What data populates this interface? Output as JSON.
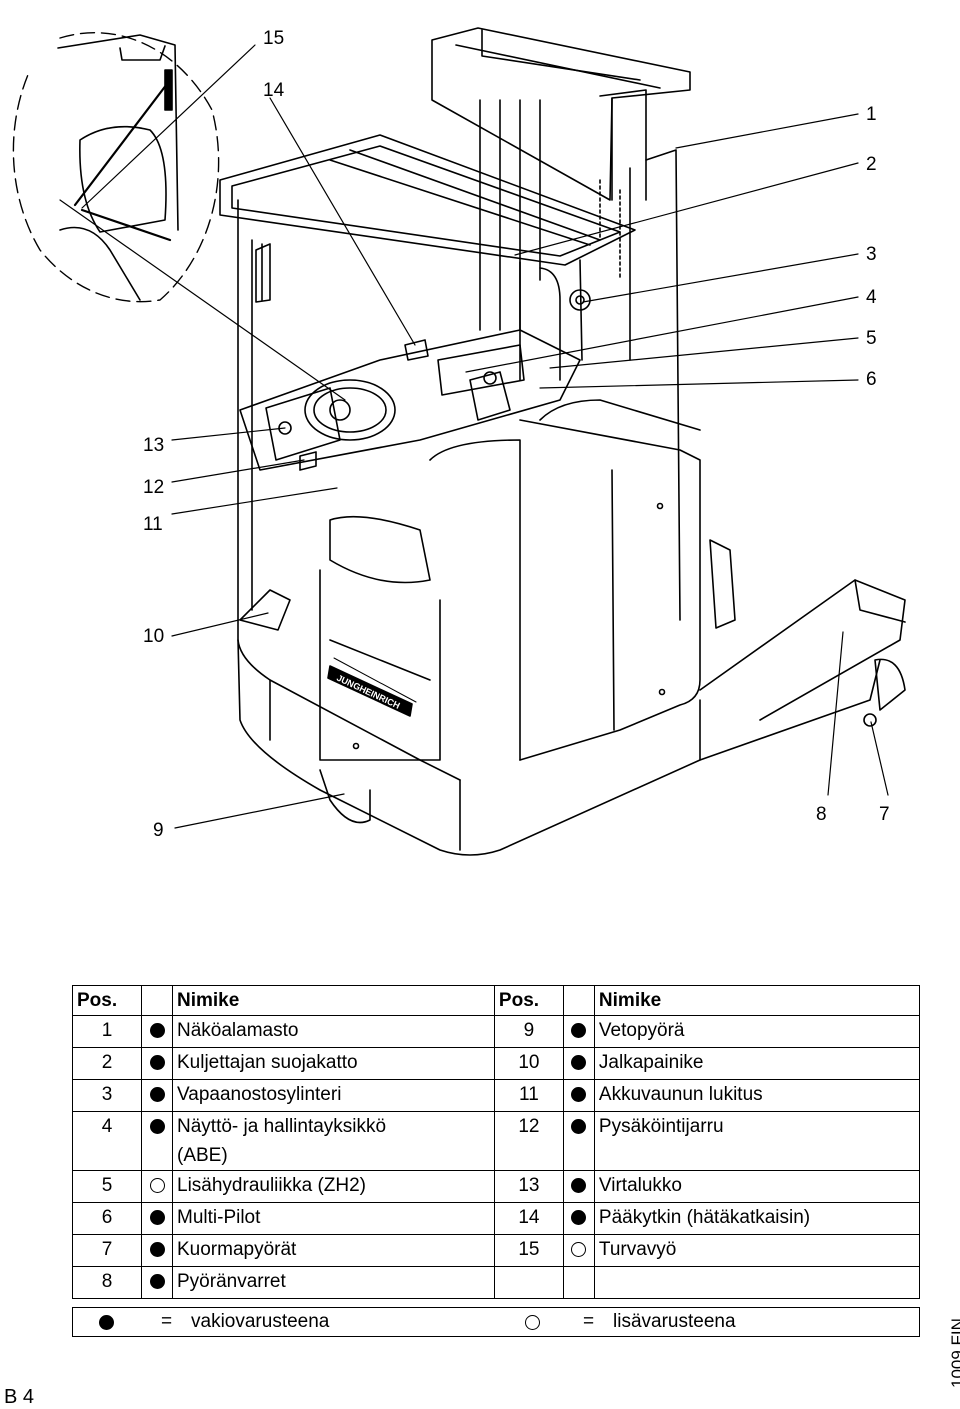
{
  "callouts": [
    {
      "id": "15",
      "label": "15"
    },
    {
      "id": "14",
      "label": "14"
    },
    {
      "id": "1",
      "label": "1"
    },
    {
      "id": "2",
      "label": "2"
    },
    {
      "id": "3",
      "label": "3"
    },
    {
      "id": "4",
      "label": "4"
    },
    {
      "id": "5",
      "label": "5"
    },
    {
      "id": "6",
      "label": "6"
    },
    {
      "id": "13",
      "label": "13"
    },
    {
      "id": "12",
      "label": "12"
    },
    {
      "id": "11",
      "label": "11"
    },
    {
      "id": "10",
      "label": "10"
    },
    {
      "id": "9",
      "label": "9"
    },
    {
      "id": "8",
      "label": "8"
    },
    {
      "id": "7",
      "label": "7"
    }
  ],
  "brand_text": "JUNGHEINRICH",
  "table": {
    "headers": {
      "pos": "Pos.",
      "name": "Nimike"
    },
    "rows": [
      {
        "pos_a": "1",
        "std_a": true,
        "name_a": "Näköalamasto",
        "pos_b": "9",
        "std_b": true,
        "name_b": "Vetopyörä"
      },
      {
        "pos_a": "2",
        "std_a": true,
        "name_a": "Kuljettajan suojakatto",
        "pos_b": "10",
        "std_b": true,
        "name_b": "Jalkapainike"
      },
      {
        "pos_a": "3",
        "std_a": true,
        "name_a": "Vapaanostosylinteri",
        "pos_b": "11",
        "std_b": true,
        "name_b": "Akkuvaunun lukitus"
      },
      {
        "pos_a": "4",
        "std_a": true,
        "name_a": "Näyttö- ja hallintayksikkö",
        "name_a2": "(ABE)",
        "pos_b": "12",
        "std_b": true,
        "name_b": "Pysäköintijarru"
      },
      {
        "pos_a": "5",
        "std_a": false,
        "name_a": "Lisähydrauliikka (ZH2)",
        "pos_b": "13",
        "std_b": true,
        "name_b": "Virtalukko"
      },
      {
        "pos_a": "6",
        "std_a": true,
        "name_a": "Multi-Pilot",
        "pos_b": "14",
        "std_b": true,
        "name_b": "Pääkytkin (hätäkatkaisin)"
      },
      {
        "pos_a": "7",
        "std_a": true,
        "name_a": "Kuormapyörät",
        "pos_b": "15",
        "std_b": false,
        "name_b": "Turvavyö"
      },
      {
        "pos_a": "8",
        "std_a": true,
        "name_a": "Pyöränvarret",
        "pos_b": "",
        "std_b": null,
        "name_b": ""
      }
    ]
  },
  "key": {
    "eq": "=",
    "standard": "vakiovarusteena",
    "optional": "lisävarusteena"
  },
  "doc_code": "1009.FIN",
  "page_label": "B 4"
}
